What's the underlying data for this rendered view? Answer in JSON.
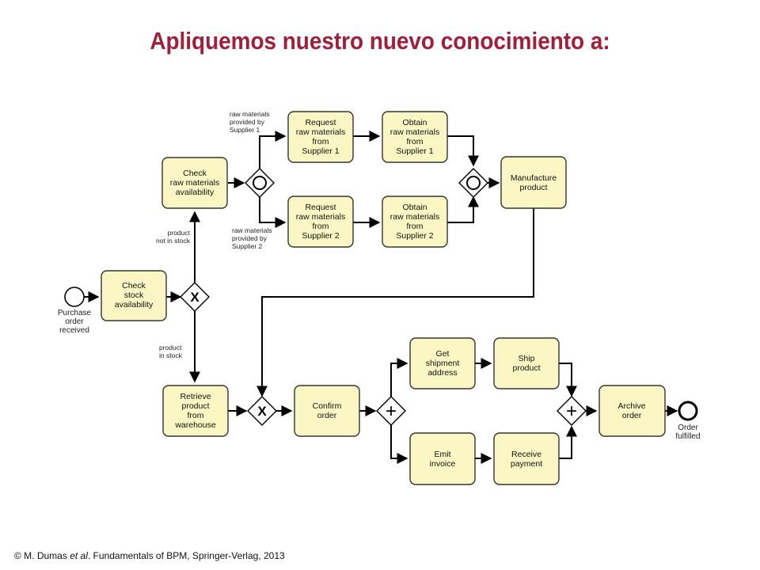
{
  "title": "Apliquemos nuestro nuevo conocimiento a:",
  "footer": {
    "prefix": "© M. Dumas ",
    "italic": "et al",
    "suffix": ". Fundamentals of BPM, Springer-Verlag, 2013"
  },
  "tasks": {
    "check_stock": [
      "Check",
      "stock",
      "availability"
    ],
    "check_raw": [
      "Check",
      "raw materials",
      "availability"
    ],
    "request_s1": [
      "Request",
      "raw materials",
      "from",
      "Supplier 1"
    ],
    "obtain_s1": [
      "Obtain",
      "raw materials",
      "from",
      "Supplier 1"
    ],
    "request_s2": [
      "Request",
      "raw materials",
      "from",
      "Supplier 2"
    ],
    "obtain_s2": [
      "Obtain",
      "raw materials",
      "from",
      "Supplier 2"
    ],
    "manufacture": [
      "Manufacture",
      "product"
    ],
    "retrieve": [
      "Retrieve",
      "product",
      "from",
      "warehouse"
    ],
    "confirm": [
      "Confirm",
      "order"
    ],
    "get_address": [
      "Get",
      "shipment",
      "address"
    ],
    "ship": [
      "Ship",
      "product"
    ],
    "emit_invoice": [
      "Emit",
      "invoice"
    ],
    "receive_payment": [
      "Receive",
      "payment"
    ],
    "archive": [
      "Archive",
      "order"
    ]
  },
  "events": {
    "start": [
      "Purchase",
      "order",
      "received"
    ],
    "end": [
      "Order",
      "fulfilled"
    ]
  },
  "flow_labels": {
    "supplier1": [
      "raw materials",
      "provided by",
      "Supplier 1"
    ],
    "supplier2": [
      "raw materials",
      "provided by",
      "Supplier 2"
    ],
    "not_in_stock": [
      "product",
      "not in stock"
    ],
    "in_stock": [
      "product",
      "in stock"
    ]
  },
  "gateways": {
    "xor_symbol": "X",
    "and_symbol": "+"
  }
}
